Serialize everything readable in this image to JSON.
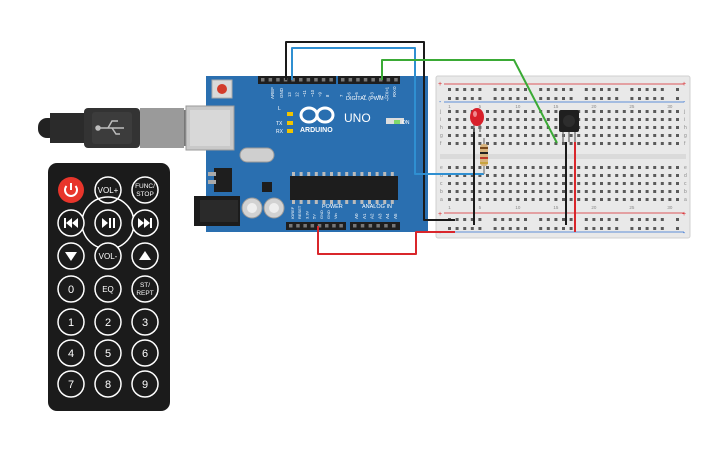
{
  "arduino": {
    "logo_text": "ARDUINO",
    "model": "UNO",
    "digital_header": "DIGITAL (PWM~)",
    "power_header": "POWER",
    "analog_header": "ANALOG IN",
    "led_tx": "TX",
    "led_rx": "RX",
    "led_l": "L",
    "led_on": "ON",
    "aref": "AREF",
    "gnd": "GND",
    "digital_pins": [
      "13",
      "12",
      "~11",
      "~10",
      "~9",
      "8",
      "7",
      "~6",
      "~5",
      "4",
      "~3",
      "2",
      "TX>1",
      "RX<0"
    ],
    "power_pins": [
      "IOREF",
      "RESET",
      "3.3V",
      "5V",
      "GND",
      "GND",
      "Vin"
    ],
    "analog_pins": [
      "A0",
      "A1",
      "A2",
      "A3",
      "A4",
      "A5"
    ]
  },
  "breadboard": {
    "rail_plus": "+",
    "rail_minus": "-",
    "col_numbers": [
      "1",
      "5",
      "10",
      "15",
      "20",
      "25",
      "30"
    ],
    "row_letters_top": [
      "j",
      "i",
      "h",
      "g",
      "f"
    ],
    "row_letters_bottom": [
      "e",
      "d",
      "c",
      "b",
      "a"
    ]
  },
  "remote": {
    "power_icon": "power-icon",
    "buttons": [
      {
        "name": "vol-up-button",
        "label": "VOL+"
      },
      {
        "name": "func-stop-button",
        "label": "FUNC/\nSTOP"
      },
      {
        "name": "rewind-button",
        "label": "rewind-icon"
      },
      {
        "name": "play-pause-button",
        "label": "play-pause-icon"
      },
      {
        "name": "forward-button",
        "label": "forward-icon"
      },
      {
        "name": "down-button",
        "label": "down-arrow-icon"
      },
      {
        "name": "vol-down-button",
        "label": "VOL-"
      },
      {
        "name": "up-button",
        "label": "up-arrow-icon"
      },
      {
        "name": "digit-0-button",
        "label": "0"
      },
      {
        "name": "eq-button",
        "label": "EQ"
      },
      {
        "name": "st-rept-button",
        "label": "ST/\nREPT"
      },
      {
        "name": "digit-1-button",
        "label": "1"
      },
      {
        "name": "digit-2-button",
        "label": "2"
      },
      {
        "name": "digit-3-button",
        "label": "3"
      },
      {
        "name": "digit-4-button",
        "label": "4"
      },
      {
        "name": "digit-5-button",
        "label": "5"
      },
      {
        "name": "digit-6-button",
        "label": "6"
      },
      {
        "name": "digit-7-button",
        "label": "7"
      },
      {
        "name": "digit-8-button",
        "label": "8"
      },
      {
        "name": "digit-9-button",
        "label": "9"
      }
    ],
    "vol_up": "VOL+",
    "vol_down": "VOL-",
    "func_line1": "FUNC/",
    "func_line2": "STOP",
    "st_line1": "ST/",
    "st_line2": "REPT",
    "eq": "EQ",
    "digits": [
      "0",
      "1",
      "2",
      "3",
      "4",
      "5",
      "6",
      "7",
      "8",
      "9"
    ]
  },
  "colors": {
    "arduino_blue": "#2a6fb0",
    "breadboard": "#e9e9e9",
    "wire_black": "#1a1a1a",
    "wire_blue": "#2f8fd1",
    "wire_green": "#3aaa35",
    "wire_red": "#d9262b",
    "led_red": "#d8202a",
    "power_button": "#e8352b"
  },
  "components": {
    "usb_cable": "usb-cable",
    "led": "red-led",
    "resistor": "resistor",
    "ir_receiver": "ir-receiver"
  }
}
